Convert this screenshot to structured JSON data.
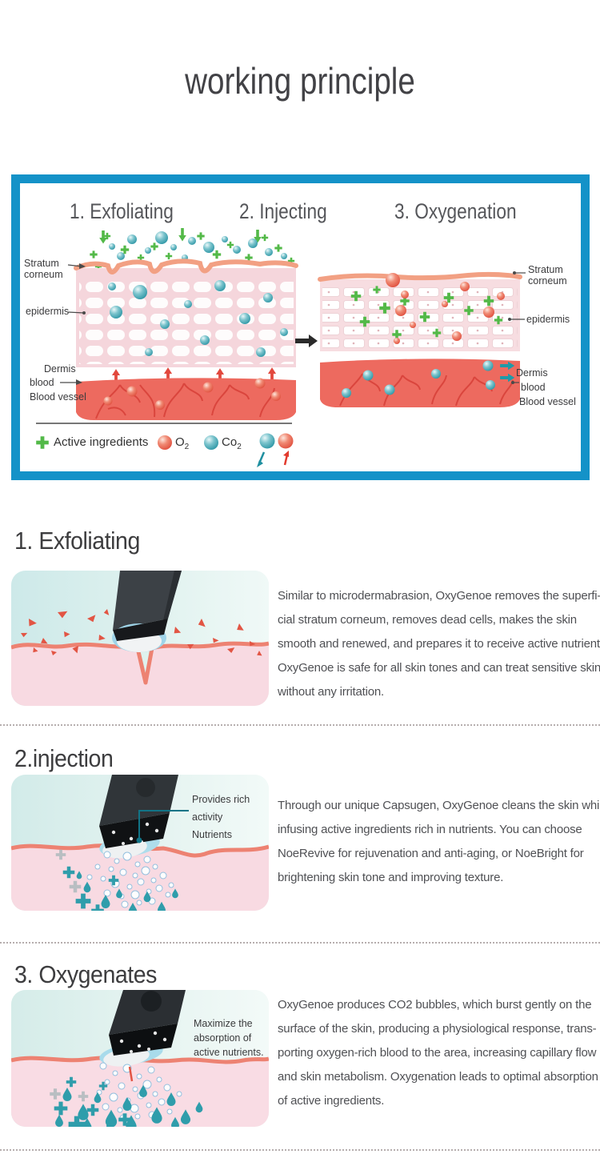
{
  "title": "working principle",
  "overview": {
    "steps": [
      {
        "label": "1. Exfoliating"
      },
      {
        "label": "2. Injecting"
      },
      {
        "label": "3. Oxygenation"
      }
    ],
    "before_labels": {
      "stratum_corneum": "Stratum\ncorneum",
      "epidermis": "epidermis",
      "dermis": "Dermis",
      "blood": "blood",
      "blood_vessel": "Blood vessel"
    },
    "after_labels": {
      "stratum_corneum": "Stratum\ncorneum",
      "epidermis": "epidermis",
      "dermis": "Dermis",
      "blood": "blood",
      "blood_vessel": "Blood vessel"
    },
    "legend": {
      "active_ingredients": "Active ingredients",
      "o2_base": "O",
      "o2_sub": "2",
      "co2_base": "Co",
      "co2_sub": "2"
    }
  },
  "sections": [
    {
      "heading": "1. Exfoliating",
      "lines": [
        "Similar to microdermabrasion, OxyGenoe removes the superfi-",
        "cial stratum corneum, removes dead cells, makes the skin",
        "smooth and renewed, and prepares it to receive active nutrients.",
        "OxyGenoe is safe for all skin tones and can treat sensitive skin",
        "without any irritation."
      ]
    },
    {
      "heading": "2.injection",
      "callout": "Provides rich activity\nNutrients",
      "lines": [
        "Through our unique Capsugen, OxyGenoe cleans the skin while",
        "infusing active ingredients rich in nutrients. You can choose",
        "NoeRevive for rejuvenation and anti-aging, or NoeBright for",
        "brightening skin tone and improving texture."
      ]
    },
    {
      "heading": "3. Oxygenates",
      "callout": "Maximize the\nabsorption of\nactive nutrients.",
      "lines": [
        "OxyGenoe produces CO2 bubbles, which burst gently on the",
        "surface of the skin, producing a physiological response, trans-",
        "porting oxygen-rich blood to the area, increasing capillary flow",
        "and skin metabolism. Oxygenation leads to optimal absorption",
        "of active ingredients."
      ]
    }
  ],
  "colors": {
    "accent_blue": "#1492c8",
    "skin_salmon": "#ed8272",
    "dermis_red": "#ed6a5f",
    "bubble_teal": "#4aa9b5",
    "bubble_red": "#e95f4d",
    "cross_green": "#53b948"
  }
}
